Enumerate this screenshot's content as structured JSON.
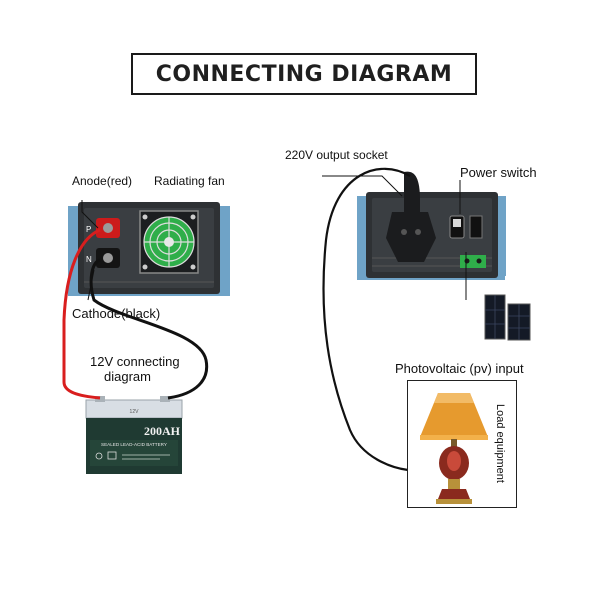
{
  "title": "CONNECTING DIAGRAM",
  "labels": {
    "anode": "Anode(red)",
    "fan": "Radiating fan",
    "cathode": "Cathode(black)",
    "battery_caption_1": "12V connecting",
    "battery_caption_2": "diagram",
    "output_socket": "220V output socket",
    "power_switch": "Power switch",
    "pv_input": "Photovoltaic (pv) input",
    "load": "Load equipment"
  },
  "battery": {
    "capacity": "200AH",
    "subtitle": "SEALED LEAD-ACID BATTERY",
    "voltage": "12V"
  },
  "colors": {
    "inverter_body": "#2e3134",
    "inverter_blue": "#6fa3c7",
    "fan_green": "#2fae4a",
    "battery_green": "#1f3a32",
    "red_wire": "#d91e1e",
    "lamp_shade": "#e69a2e",
    "lamp_base": "#8a2a1e"
  }
}
